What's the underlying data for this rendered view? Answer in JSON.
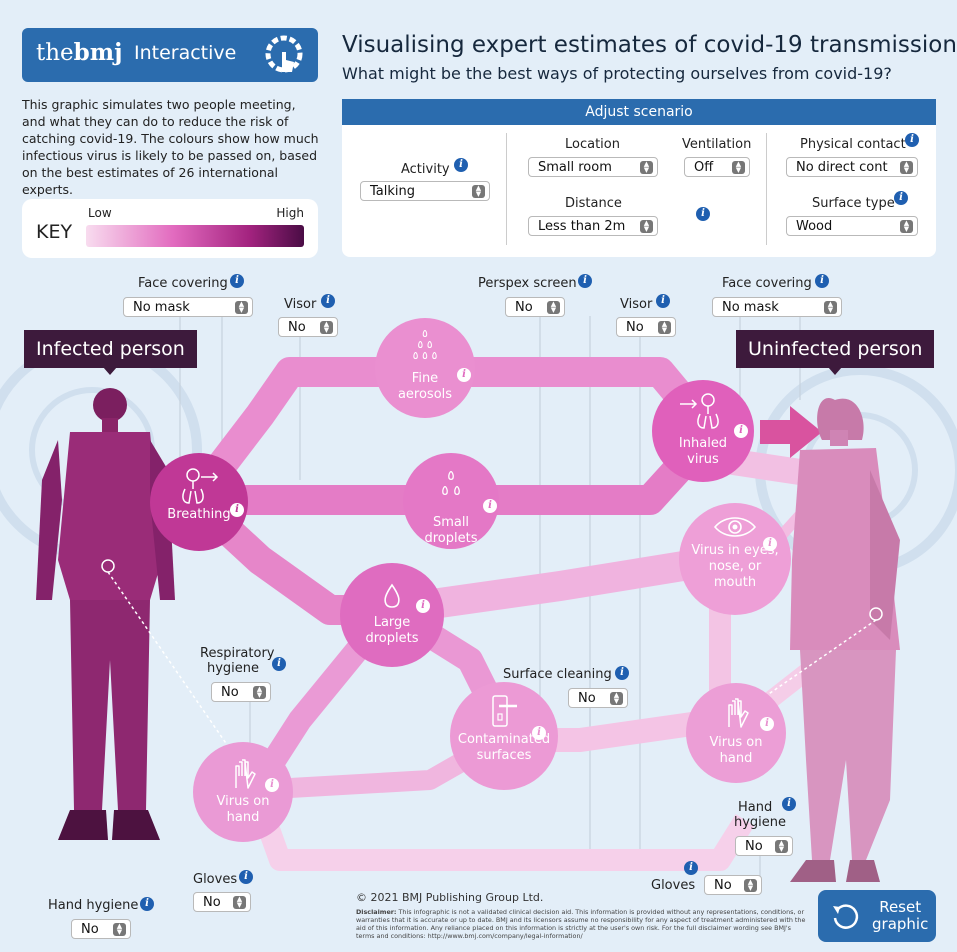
{
  "header": {
    "logo_the": "the",
    "logo_bmj": "bmj",
    "logo_interactive": "Interactive",
    "title": "Visualising expert estimates of covid-19 transmission",
    "subtitle": "What might be the best ways of protecting ourselves from covid-19?"
  },
  "intro": "This graphic simulates two people meeting, and what they can do to reduce the risk of catching covid-19. The colours show how much infectious virus is likely to be passed on, based on the best estimates of 26 international experts.",
  "key": {
    "label": "KEY",
    "low": "Low",
    "high": "High"
  },
  "scenario": {
    "title": "Adjust scenario",
    "activity_label": "Activity",
    "activity_value": "Talking",
    "location_label": "Location",
    "location_value": "Small room",
    "ventilation_label": "Ventilation",
    "ventilation_value": "Off",
    "distance_label": "Distance",
    "distance_value": "Less than 2m",
    "contact_label": "Physical contact",
    "contact_value": "No direct cont",
    "surface_label": "Surface type",
    "surface_value": "Wood"
  },
  "controls": {
    "face_covering_label": "Face covering",
    "face_covering_left": "No mask",
    "face_covering_right": "No mask",
    "visor_label": "Visor",
    "visor_left": "No",
    "visor_right": "No",
    "perspex_label": "Perspex screen",
    "perspex_value": "No",
    "resp_hygiene_label_1": "Respiratory",
    "resp_hygiene_label_2": "hygiene",
    "resp_hygiene_value": "No",
    "surface_cleaning_label": "Surface cleaning",
    "surface_cleaning_value": "No",
    "hand_hygiene_right_label_1": "Hand",
    "hand_hygiene_right_label_2": "hygiene",
    "hand_hygiene_right_value": "No",
    "gloves_left_label": "Gloves",
    "gloves_left_value": "No",
    "gloves_right_label": "Gloves",
    "gloves_right_value": "No",
    "hand_hygiene_left_label": "Hand hygiene",
    "hand_hygiene_left_value": "No"
  },
  "people": {
    "infected": "Infected person",
    "uninfected": "Uninfected person"
  },
  "nodes": {
    "breathing": "Breathing",
    "fine_1": "Fine",
    "fine_2": "aerosols",
    "small_1": "Small",
    "small_2": "droplets",
    "large_1": "Large",
    "large_2": "droplets",
    "inhaled_1": "Inhaled",
    "inhaled_2": "virus",
    "eyes_1": "Virus in eyes,",
    "eyes_2": "nose, or",
    "eyes_3": "mouth",
    "contam_1": "Contaminated",
    "contam_2": "surfaces",
    "hand_l_1": "Virus on",
    "hand_l_2": "hand",
    "hand_r_1": "Virus on",
    "hand_r_2": "hand"
  },
  "footer": {
    "copyright": "© 2021 BMJ Publishing Group Ltd.",
    "disclaimer_bold": "Disclaimer:",
    "disclaimer": "This infographic is not a validated clinical decision aid. This information is provided without any representations, conditions, or warranties that it is accurate or up to date. BMJ and its licensors assume no responsibility for any aspect of treatment administered with the aid of this information. Any reliance placed on this information is strictly at the user's own risk. For the full disclaimer wording see BMJ's terms and conditions: http://www.bmj.com/company/legal-information/",
    "reset_1": "Reset",
    "reset_2": "graphic"
  },
  "colors": {
    "brand_blue": "#2b6cae",
    "info_blue": "#1f5fb0",
    "tag_dark": "#3d1a3c",
    "path_pink": "#ea9bd6",
    "node_pink": "#e26bbf",
    "infected_person": "#9a2c78",
    "uninfected_person": "#d98cbc"
  }
}
